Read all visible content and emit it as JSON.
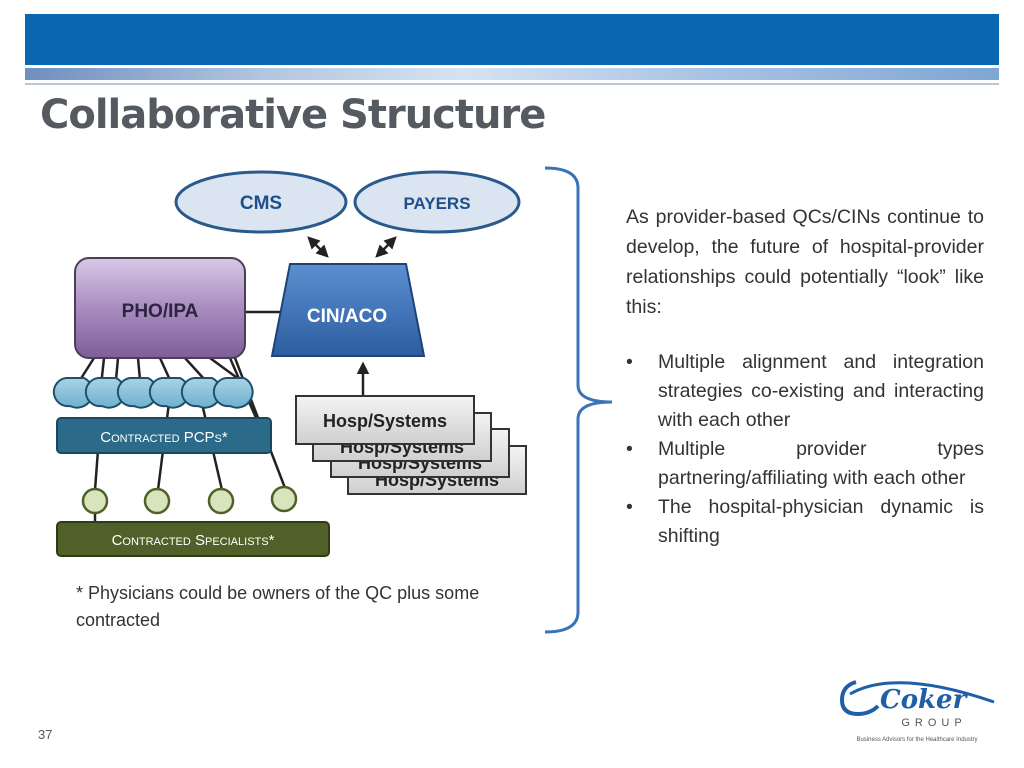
{
  "slide": {
    "title": "Collaborative Structure",
    "page_number": "37"
  },
  "diagram": {
    "cms": "CMS",
    "payers": "PAYERS",
    "pho_ipa": "PHO/IPA",
    "cin_aco": "CIN/ACO",
    "hosp_systems": [
      "Hosp/Systems",
      "Hosp/Systems",
      "Hosp/Systems",
      "Hosp/Systems"
    ],
    "contracted_pcps": "Contracted PCPs*",
    "contracted_specialists": "Contracted Specialists*"
  },
  "footnote": "* Physicians could be owners of the QC plus some contracted",
  "body": {
    "intro": "As provider-based QCs/CINs continue to develop, the future of hospital-provider relationships could potentially “look” like this:",
    "bullets": [
      "Multiple alignment and integration strategies co-existing and interacting with each other",
      "Multiple provider types partnering/affiliating with each other",
      "The hospital-physician dynamic is shifting"
    ],
    "bullet_char": "•"
  },
  "logo": {
    "name": "Coker",
    "group": "GROUP",
    "tagline": "Business Advisors for the Healthcare Industry"
  },
  "colors": {
    "header_blue": "#0a66b0",
    "title_gray": "#555a60",
    "pho_purple": "#8a6aa0",
    "cin_blue": "#3a6fb0",
    "pcp_teal": "#2a6a88",
    "specialist_olive": "#4f6128",
    "ellipse_fill": "#dbe5f1"
  }
}
